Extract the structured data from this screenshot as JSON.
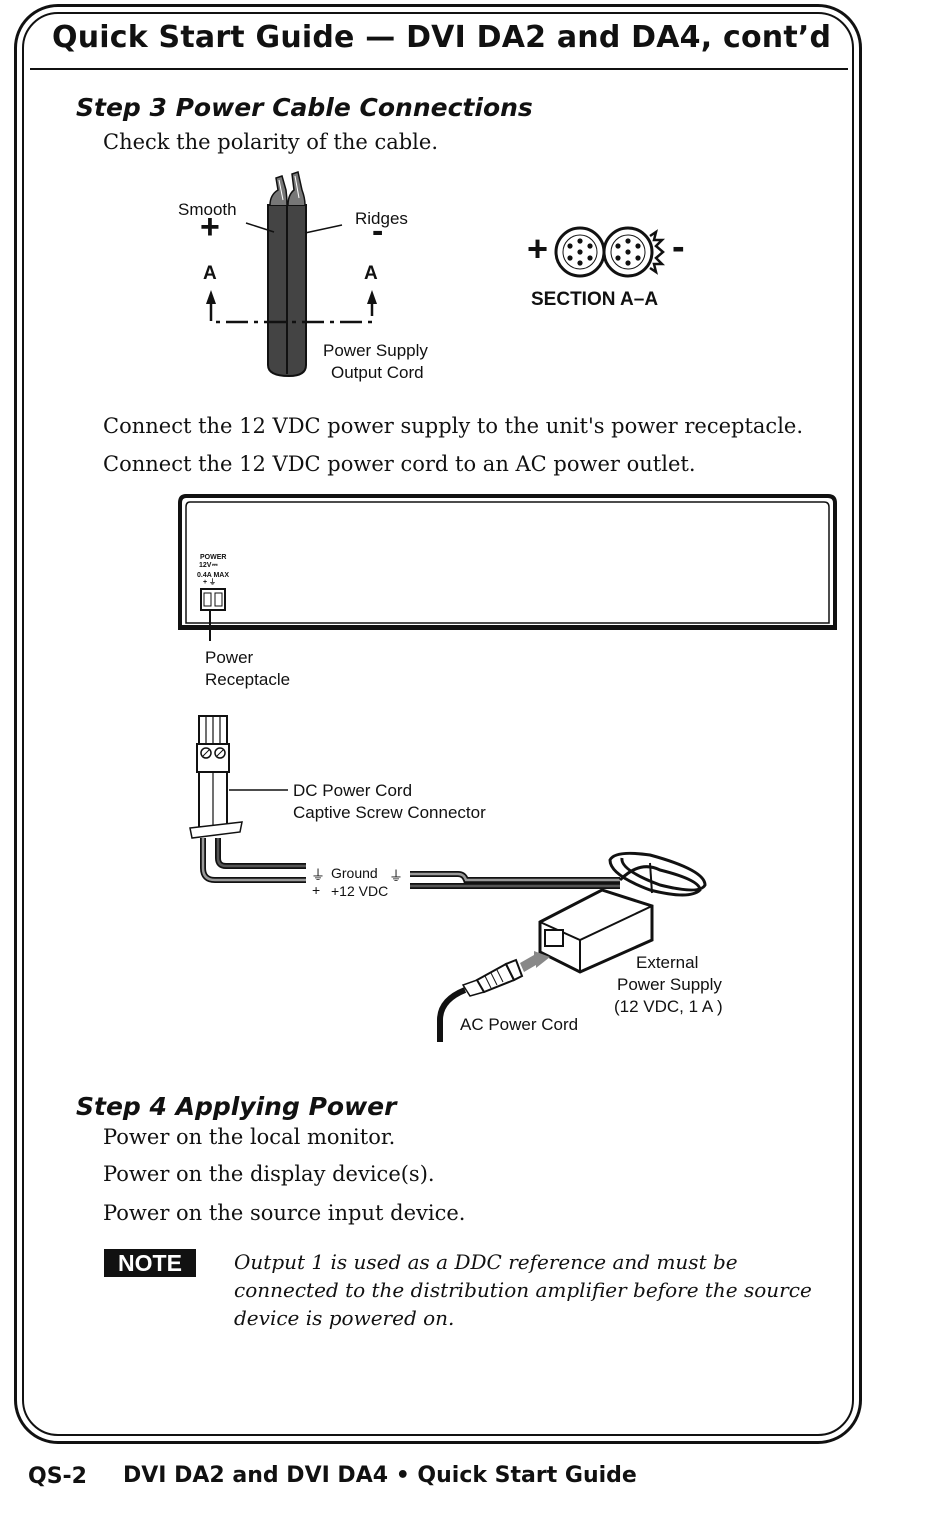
{
  "header": {
    "title": "Quick Start Guide — DVI DA2 and DA4, cont’d"
  },
  "step3": {
    "heading": "Step 3 Power Cable Connections",
    "intro": "Check the polarity of the cable.",
    "cable_diagram": {
      "smooth_label": "Smooth",
      "plus_symbol": "+",
      "ridges_label": "Ridges",
      "minus_symbol": "-",
      "section_marker_left": "A",
      "section_marker_right": "A",
      "cord_label_line1": "Power Supply",
      "cord_label_line2": "Output Cord",
      "section_plus": "+",
      "section_minus": "-",
      "section_label": "SECTION  A–A"
    },
    "line1": "Connect the 12 VDC power supply to the unit's power receptacle.",
    "line2": "Connect the 12 VDC power cord to an AC power outlet.",
    "unit_diagram": {
      "panel_power": "POWER",
      "panel_12v": "12V",
      "panel_rating": "0.4A MAX",
      "receptacle_line1": "Power",
      "receptacle_line2": "Receptacle",
      "connector_line1": "DC Power Cord",
      "connector_line2": "Captive Screw Connector",
      "ground_label": "Ground",
      "vdc_label": "+12 VDC",
      "ac_cord_label": "AC Power Cord",
      "psu_line1": "External",
      "psu_line2": "Power Supply",
      "psu_line3": "(12 VDC, 1 A )"
    }
  },
  "step4": {
    "heading": "Step 4 Applying Power",
    "line1": "Power on the local monitor.",
    "line2": "Power on the display device(s).",
    "line3": "Power on the source input device."
  },
  "note": {
    "badge": "NOTE",
    "text": "Output 1 is used as a DDC reference and must be connected to the distribution amplifier before the source device is powered on."
  },
  "footer": {
    "page_number": "QS-2",
    "doc_title": "DVI DA2 and DVI DA4 • Quick Start Guide"
  }
}
